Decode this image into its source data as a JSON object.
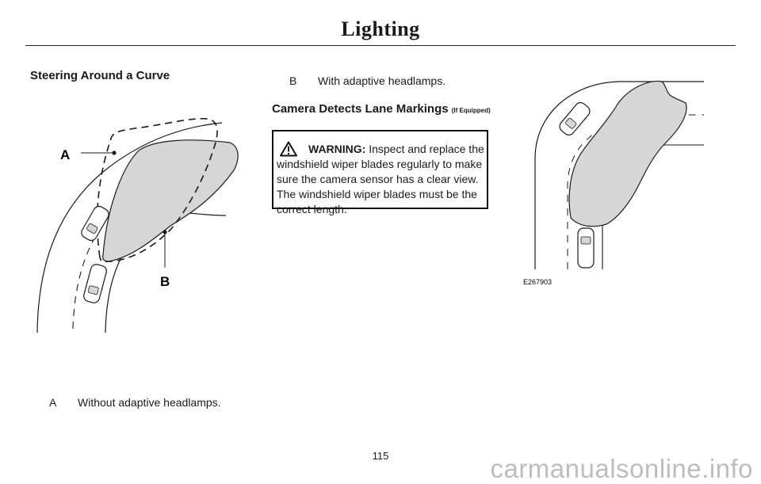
{
  "header": {
    "chapter": "Lighting"
  },
  "left": {
    "heading": "Steering Around a Curve",
    "figure_labels": {
      "a": "A",
      "b": "B"
    },
    "legend_a": {
      "key": "A",
      "text": "Without adaptive headlamps."
    }
  },
  "middle": {
    "legend_b": {
      "key": "B",
      "text": "With adaptive headlamps."
    },
    "heading": "Camera Detects Lane Markings",
    "heading_suffix": "(If Equipped)",
    "warning": {
      "label": "WARNING:",
      "lines": [
        "Inspect and replace the",
        "windshield wiper blades regularly to make",
        "sure the camera sensor has a clear view.",
        "The windshield wiper blades must be the",
        "correct length."
      ]
    }
  },
  "right": {
    "figure_code": "E267903"
  },
  "footer": {
    "page_number": "115",
    "watermark": "carmanualsonline.info"
  },
  "colors": {
    "beam_fill": "#d6d6d6",
    "line": "#1a1a1a",
    "watermark": "#bdbdbd"
  },
  "icons": {
    "warning": "warning-triangle-icon"
  }
}
